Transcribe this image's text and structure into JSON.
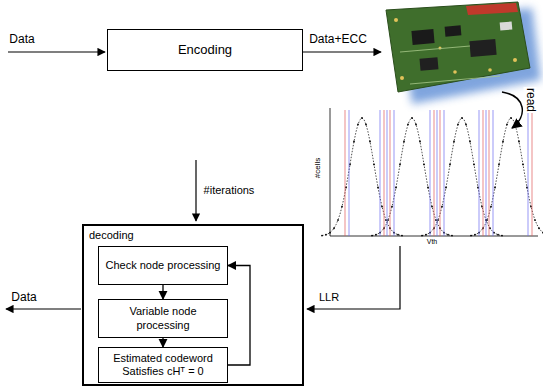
{
  "diagram": {
    "nodes": [
      {
        "text": [
          "Encoding"
        ]
      },
      {
        "text": [
          "decoding"
        ]
      },
      {
        "text": [
          "Check node processing"
        ],
        "in": 1
      },
      {
        "text": [
          "Variable node processing"
        ],
        "in": 1
      },
      {
        "text": [
          "Estimated codeword Satisfies cHᵀ = 0"
        ],
        "in": 1
      }
    ],
    "edges": [
      {
        "from": 2,
        "to": 3,
        "arrow": "to"
      },
      {
        "from": 3,
        "to": 4,
        "arrow": "to"
      },
      {
        "from": 4,
        "to": 2,
        "arrow": "to"
      }
    ],
    "labels": [
      "Data",
      "Data+ECC",
      "read",
      "#cells",
      "Vth",
      "#iterations",
      "LLR",
      "Data"
    ]
  }
}
